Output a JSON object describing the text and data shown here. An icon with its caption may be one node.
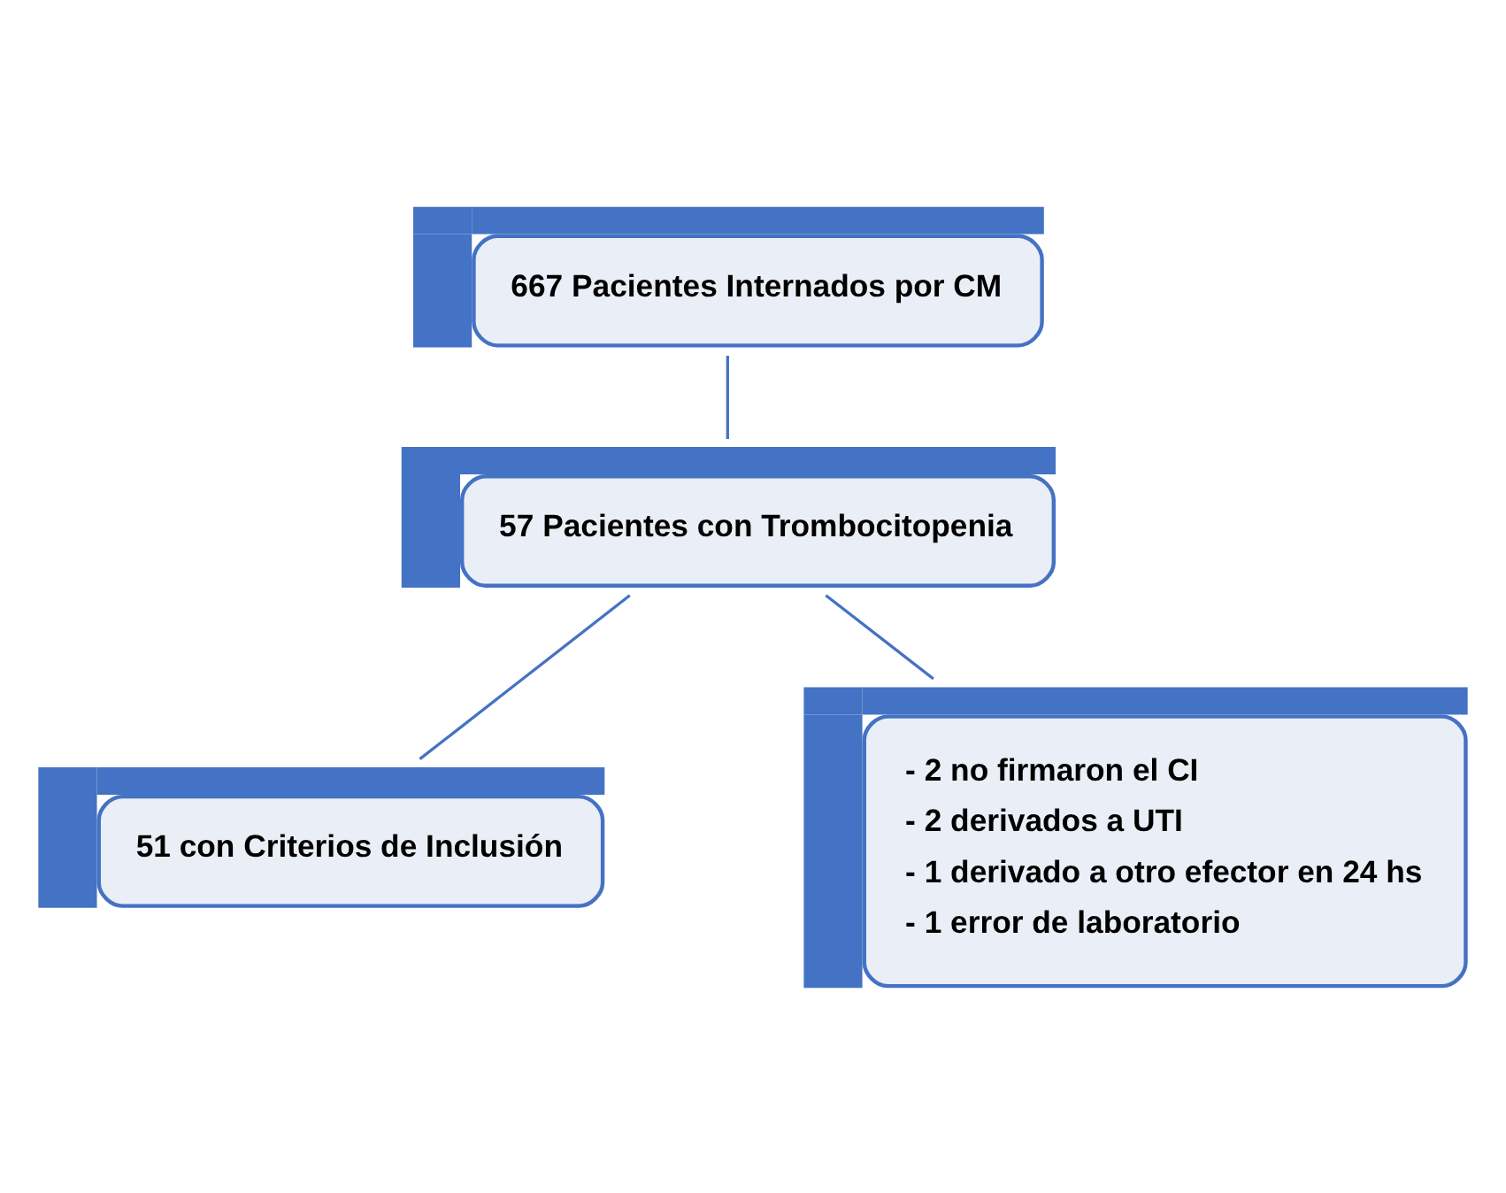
{
  "diagram": {
    "nodes": [
      {
        "text": [
          "667 Pacientes Internados por CM"
        ]
      },
      {
        "text": [
          "57 Pacientes con Trombocitopenia"
        ]
      },
      {
        "text": [
          "51 con Criterios de Inclusión"
        ]
      },
      {
        "text": [
          "- 2 no firmaron el CI",
          "- 2 derivados a UTI",
          "- 1 derivado a otro efector en 24 hs",
          "- 1 error de laboratorio"
        ]
      }
    ],
    "edges": [
      {
        "from": 0,
        "to": 1,
        "arrow": "none"
      },
      {
        "from": 1,
        "to": 2,
        "arrow": "none"
      },
      {
        "from": 1,
        "to": 3,
        "arrow": "none"
      }
    ]
  }
}
